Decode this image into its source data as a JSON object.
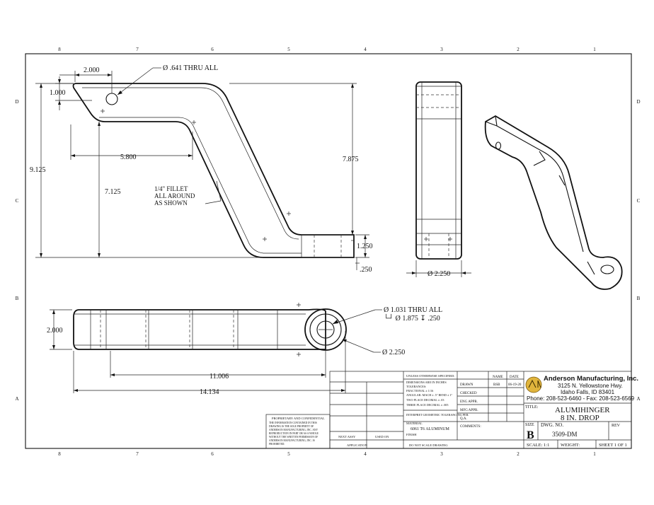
{
  "border": {
    "top_zones": [
      "8",
      "7",
      "6",
      "5",
      "4",
      "3",
      "2",
      "1"
    ],
    "bottom_zones": [
      "8",
      "7",
      "6",
      "5",
      "4",
      "3",
      "2",
      "1"
    ],
    "left_zones": [
      "D",
      "C",
      "B",
      "A"
    ],
    "right_zones": [
      "D",
      "C",
      "B",
      "A"
    ]
  },
  "side_view": {
    "dims": {
      "top_width": "2.000",
      "top_height": "1.000",
      "hole_note": "Ø .641 THRU ALL",
      "offset": "5.800",
      "overall_height": "9.125",
      "drop": "7.125",
      "rise": "7.875",
      "receiver_height": "1.250",
      "lip": ".250"
    },
    "fillet_note": [
      "1/4\" FILLET",
      "ALL AROUND",
      "AS SHOWN"
    ]
  },
  "end_view": {
    "width_dim": "Ø 2.250"
  },
  "top_view": {
    "width_dim": "2.000",
    "length_dim": "11.006",
    "overall_dim": "14.134",
    "hole_note_1": "Ø 1.031 THRU ALL",
    "hole_note_2": "└┘ Ø 1.875 ↧ .250",
    "ball_dim": "Ø 2.250"
  },
  "title_block": {
    "company": "Anderson Manufacturing, Inc.",
    "address_1": "3125 N. Yellowstone Hwy.",
    "address_2": "Idaho Falls, ID 83401",
    "phone": "Phone: 208-523-6460 - Fax: 208-523-6569",
    "title_label": "TITLE:",
    "title_1": "ALUMIHINGER",
    "title_2": "8 IN. DROP",
    "size_label": "SIZE",
    "size": "B",
    "dwg_label": "DWG. NO.",
    "dwg_no": "3509-DM",
    "rev_label": "REV",
    "scale": "SCALE: 1:1",
    "weight": "WEIGHT:",
    "sheet": "SHEET 1 OF 1",
    "name_head": "NAME",
    "date_head": "DATE",
    "drawn": "DRAWN",
    "checked": "CHECKED",
    "eng_appr": "ENG APPR.",
    "mfg_appr": "MFG APPR.",
    "qa": "Q.A.",
    "comments": "COMMENTS:",
    "drawn_by": "BSB",
    "drawn_date": "06-19-20",
    "unless": "UNLESS OTHERWISE SPECIFIED:",
    "tolerances": [
      "DIMENSIONS ARE IN INCHES",
      "TOLERANCES:",
      "FRACTIONAL ± 1/16",
      "ANGULAR: MACH ± .5°  BEND ± 1°",
      "TWO PLACE DECIMAL  ± .03",
      "THREE PLACE DECIMAL  ± .005"
    ],
    "interpret": "INTERPRET GEOMETRIC TOLERANCING PER:",
    "material_label": "MATERIAL",
    "material": "6061 T6 ALUMINUM",
    "finish": "FINISH",
    "next_assy": "NEXT ASSY",
    "used_on": "USED ON",
    "application": "APPLICATION",
    "do_not_scale": "DO NOT SCALE DRAWING",
    "proprietary_head": "PROPRIETARY AND CONFIDENTIAL",
    "proprietary_text": [
      "THE INFORMATION CONTAINED IN THIS",
      "DRAWING IS THE SOLE PROPERTY OF",
      "ANDERSON MANUFACTURING, INC. ANY",
      "REPRODUCTION IN PART OR AS A WHOLE",
      "WITHOUT THE WRITTEN PERMISSION OF",
      "ANDERSON MANUFACTURING, INC. IS",
      "PROHIBITED."
    ]
  }
}
